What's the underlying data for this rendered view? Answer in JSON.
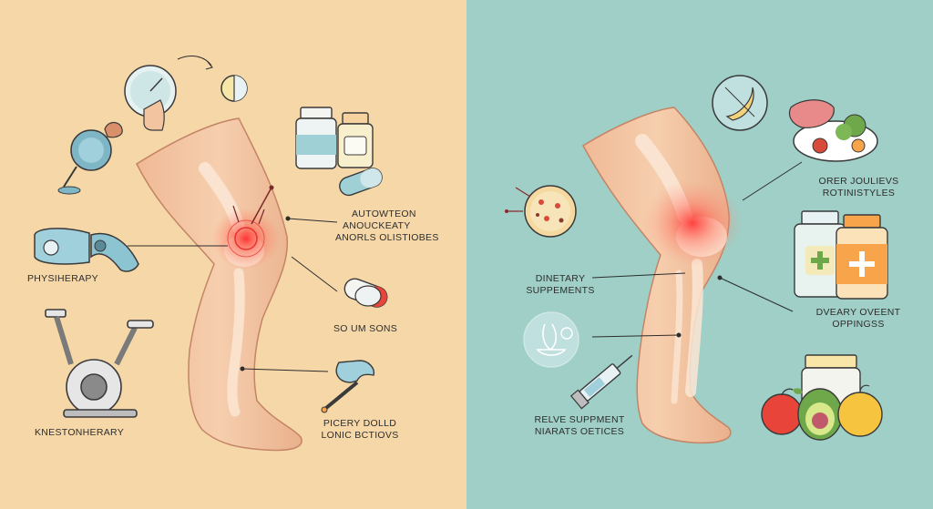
{
  "left_panel": {
    "background": "#f6d7a8",
    "labels": {
      "autoimmune": [
        "AUTOWTEON",
        "ANOUCKEATY",
        "ANORLS OLISTIOBES"
      ],
      "physiotherapy": "PHYSIHERAPY",
      "supplements": "SO UM SONS",
      "kinesiotherapy": "KNESTONHERARY",
      "procedures": [
        "PICERY DOLLD",
        "LONIC BCTIOVS"
      ]
    }
  },
  "right_panel": {
    "background": "#9fcfc6",
    "labels": {
      "lifestyle": [
        "ORER JOULIEVS",
        "ROTINISTYLES"
      ],
      "dietary": [
        "DINETARY",
        "SUPPEMENTS"
      ],
      "dietary_right": [
        "DVEARY OVEENT",
        "OPPINGSS"
      ],
      "relieve": [
        "RELVE SUPPMENT",
        "NIARATS OETICES"
      ]
    }
  },
  "colors": {
    "skin": "#f3c4a0",
    "skin_outline": "#c48466",
    "bone": "#fbe6d4",
    "inflammation": "#e8312f",
    "outline": "#3a3a3a",
    "accent_teal": "#9fd0d6",
    "accent_orange": "#f7a44a"
  },
  "icons": [
    "clock-hand-icon",
    "pill-icon",
    "muscle-roller-icon",
    "mirror-icon",
    "pill-bottles-icon",
    "capsule-icon",
    "knee-brace-icon",
    "exercise-bike-icon",
    "tablets-icon",
    "reflex-hammer-icon",
    "pizza-icon",
    "banana-icon",
    "food-plate-icon",
    "supplement-jars-icon",
    "lamp-icon",
    "syringe-icon",
    "fruit-icon"
  ]
}
